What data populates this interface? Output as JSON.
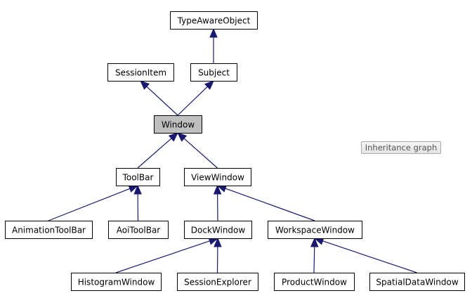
{
  "diagram": {
    "nodes": [
      {
        "id": "typeawareobject",
        "label": "TypeAwareObject",
        "current": false
      },
      {
        "id": "sessionitem",
        "label": "SessionItem",
        "current": false
      },
      {
        "id": "subject",
        "label": "Subject",
        "current": false
      },
      {
        "id": "window",
        "label": "Window",
        "current": true
      },
      {
        "id": "toolbar",
        "label": "ToolBar",
        "current": false
      },
      {
        "id": "viewwindow",
        "label": "ViewWindow",
        "current": false
      },
      {
        "id": "animationtoolbar",
        "label": "AnimationToolBar",
        "current": false
      },
      {
        "id": "aoitoolbar",
        "label": "AoiToolBar",
        "current": false
      },
      {
        "id": "dockwindow",
        "label": "DockWindow",
        "current": false
      },
      {
        "id": "workspacewindow",
        "label": "WorkspaceWindow",
        "current": false
      },
      {
        "id": "histogramwindow",
        "label": "HistogramWindow",
        "current": false
      },
      {
        "id": "sessionexplorer",
        "label": "SessionExplorer",
        "current": false
      },
      {
        "id": "productwindow",
        "label": "ProductWindow",
        "current": false
      },
      {
        "id": "spatialdatawindow",
        "label": "SpatialDataWindow",
        "current": false
      }
    ],
    "edges": [
      {
        "from": "subject",
        "to": "typeawareobject"
      },
      {
        "from": "window",
        "to": "sessionitem"
      },
      {
        "from": "window",
        "to": "subject"
      },
      {
        "from": "toolbar",
        "to": "window"
      },
      {
        "from": "viewwindow",
        "to": "window"
      },
      {
        "from": "animationtoolbar",
        "to": "toolbar"
      },
      {
        "from": "aoitoolbar",
        "to": "toolbar"
      },
      {
        "from": "dockwindow",
        "to": "viewwindow"
      },
      {
        "from": "workspacewindow",
        "to": "viewwindow"
      },
      {
        "from": "histogramwindow",
        "to": "dockwindow"
      },
      {
        "from": "sessionexplorer",
        "to": "dockwindow"
      },
      {
        "from": "productwindow",
        "to": "workspacewindow"
      },
      {
        "from": "spatialdatawindow",
        "to": "workspacewindow"
      }
    ]
  },
  "legend": {
    "label": "Inheritance graph"
  }
}
